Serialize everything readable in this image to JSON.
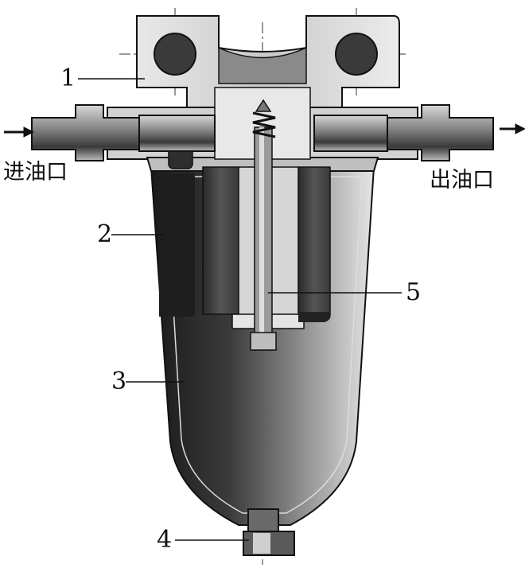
{
  "labels": {
    "inlet": "进油口",
    "outlet": "出油口",
    "part1": "1",
    "part2": "2",
    "part3": "3",
    "part4": "4",
    "part5": "5"
  },
  "colors": {
    "ink": "#111111",
    "metal_dark": "#2b2b2b",
    "metal_mid": "#6e6e6e",
    "metal_light": "#cfcfcf"
  }
}
